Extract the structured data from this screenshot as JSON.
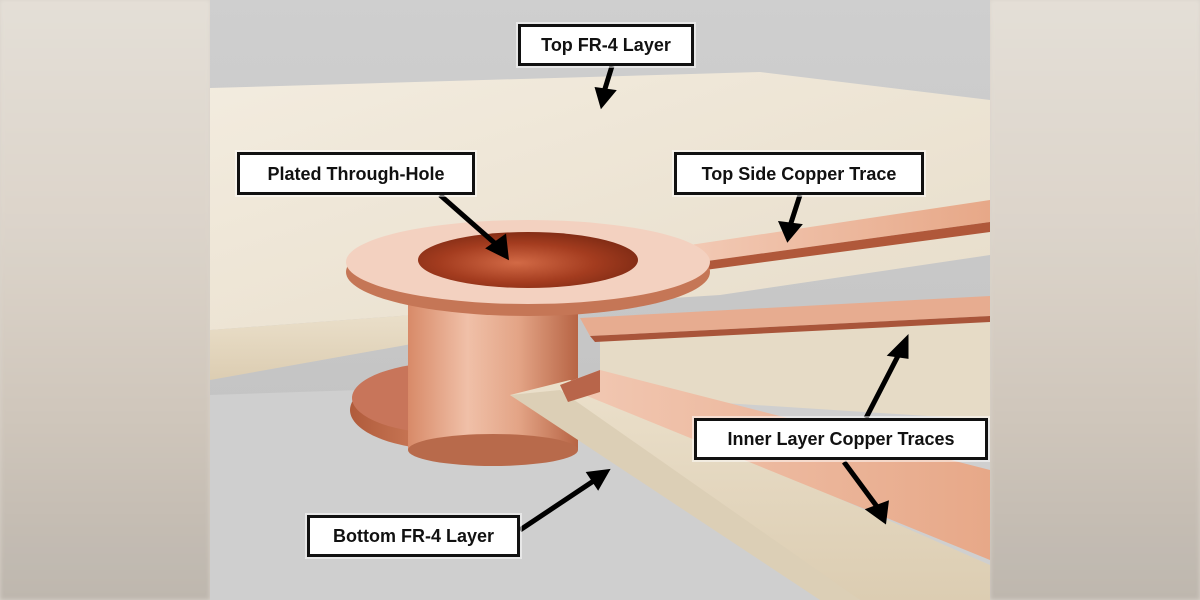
{
  "labels": {
    "top_layer": "Top FR-4 Layer",
    "plated_hole": "Plated Through-Hole",
    "top_trace": "Top Side Copper Trace",
    "inner_traces": "Inner Layer Copper Traces",
    "bottom_layer": "Bottom FR-4 Layer"
  },
  "colors": {
    "fr4": "#efe6d4",
    "fr4_shadow": "#d9cdb6",
    "copper_light": "#f0c0a8",
    "copper_mid": "#d88a68",
    "copper_dark": "#8a3a1e",
    "background": "#d1d1d1",
    "label_border": "#111111"
  }
}
